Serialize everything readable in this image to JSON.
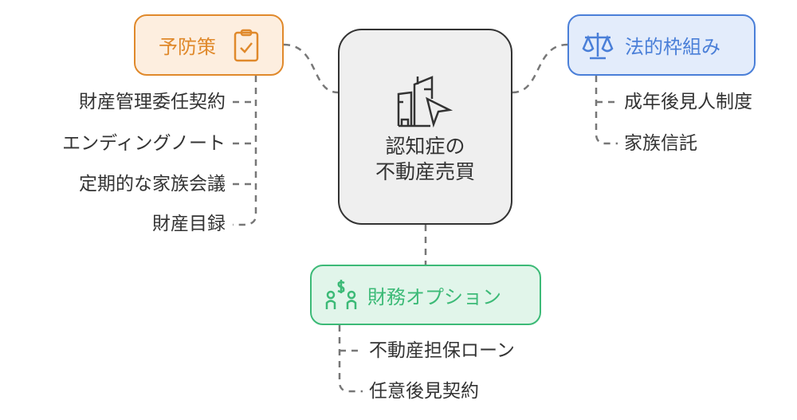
{
  "center": {
    "line1": "認知症の",
    "line2": "不動産売買",
    "icon": "building-cursor-icon"
  },
  "prevention": {
    "title": "予防策",
    "icon": "clipboard-check-icon",
    "color": "#e0892b",
    "items": [
      "財産管理委任契約",
      "エンディングノート",
      "定期的な家族会議",
      "財産目録"
    ]
  },
  "legal": {
    "title": "法的枠組み",
    "icon": "scales-icon",
    "color": "#4a7fd8",
    "items": [
      "成年後見人制度",
      "家族信託"
    ]
  },
  "finance": {
    "title": "財務オプション",
    "icon": "people-money-icon",
    "color": "#3cba77",
    "items": [
      "不動産担保ローン",
      "任意後見契約"
    ]
  }
}
